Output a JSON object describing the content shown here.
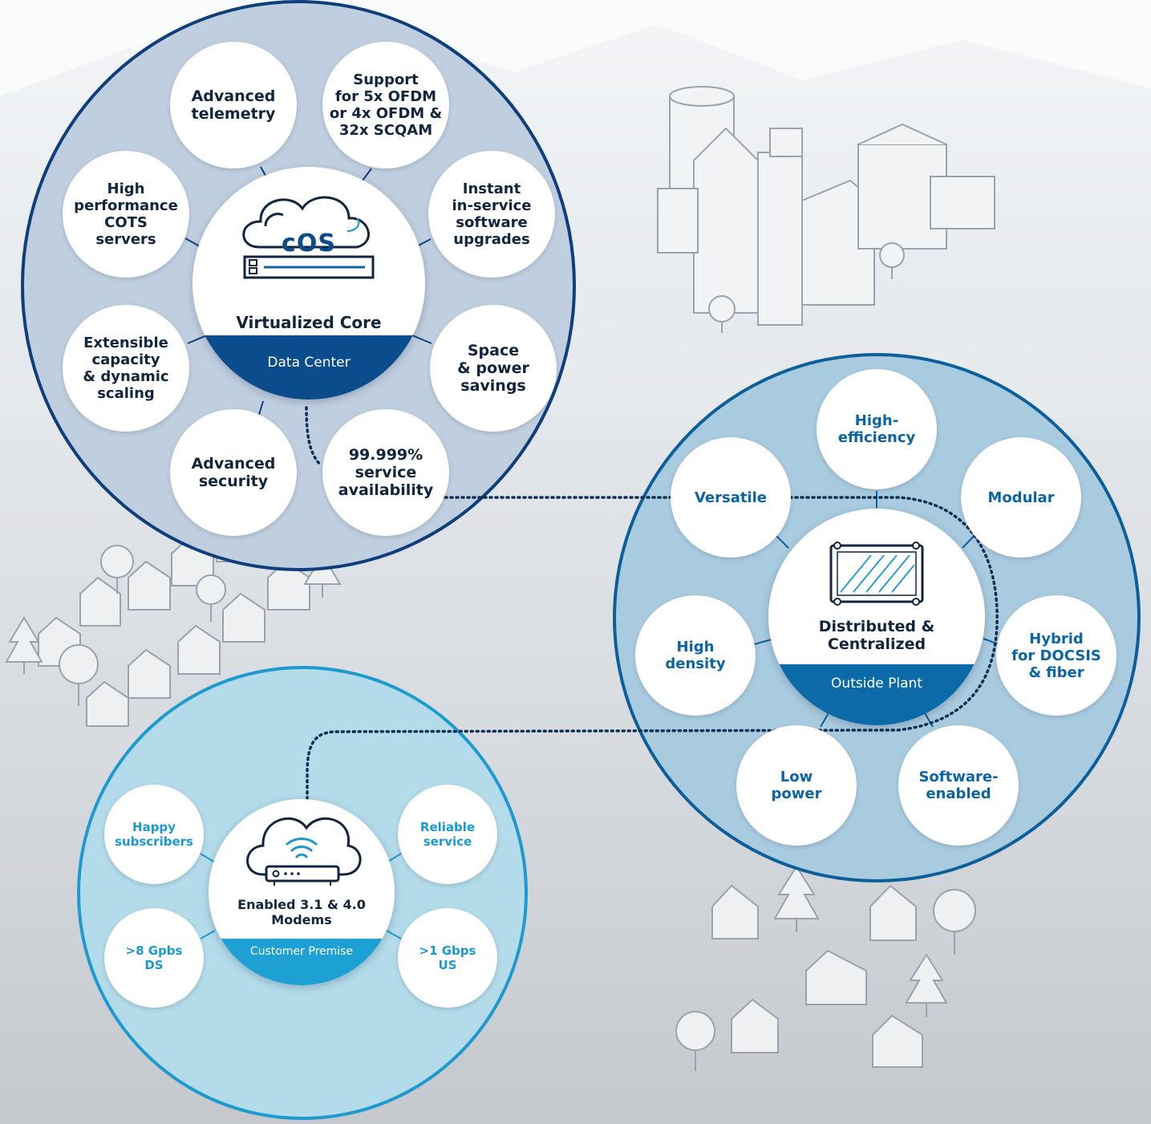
{
  "colors": {
    "navy": "#0b4d8c",
    "core_ring": "#0f3f7a",
    "core_fill": "#c0cfdf",
    "plant_ring": "#0c5f99",
    "plant_fill": "#a9cbdf",
    "premise_ring": "#1d9bd0",
    "premise_fill": "#b3dbe9",
    "text_dark": "#11253f",
    "text_blue": "#0b64a3",
    "text_cyan": "#1a9ad0"
  },
  "core": {
    "hub_title": "Virtualized Core",
    "band_label": "Data Center",
    "logo_text": "cOS",
    "logo_icon": "cloud-server-icon",
    "satellites": [
      {
        "id": "advanced-telemetry",
        "label": "Advanced\ntelemetry"
      },
      {
        "id": "ofdm-support",
        "label": "Support\nfor 5x OFDM\nor 4x OFDM &\n32x SCQAM"
      },
      {
        "id": "high-performance",
        "label": "High\nperformance\nCOTS\nservers"
      },
      {
        "id": "software-upgrades",
        "label": "Instant\nin-service\nsoftware\nupgrades"
      },
      {
        "id": "extensible-capacity",
        "label": "Extensible\ncapacity\n& dynamic\nscaling"
      },
      {
        "id": "space-power",
        "label": "Space\n& power\nsavings"
      },
      {
        "id": "advanced-security",
        "label": "Advanced\nsecurity"
      },
      {
        "id": "availability",
        "label": "99.999%\nservice\navailability"
      }
    ]
  },
  "plant": {
    "hub_title": "Distributed &\nCentralized",
    "band_label": "Outside Plant",
    "icon": "node-box-icon",
    "satellites": [
      {
        "id": "high-efficiency",
        "label": "High-\nefficiency"
      },
      {
        "id": "versatile",
        "label": "Versatile"
      },
      {
        "id": "modular",
        "label": "Modular"
      },
      {
        "id": "high-density",
        "label": "High\ndensity"
      },
      {
        "id": "hybrid",
        "label": "Hybrid\nfor DOCSIS\n& fiber"
      },
      {
        "id": "low-power",
        "label": "Low\npower"
      },
      {
        "id": "software-enabled",
        "label": "Software-\nenabled"
      }
    ]
  },
  "premise": {
    "hub_title": "Enabled 3.1 & 4.0\nModems",
    "band_label": "Customer Premise",
    "icon": "wifi-modem-icon",
    "satellites": [
      {
        "id": "happy-subscribers",
        "label": "Happy\nsubscribers"
      },
      {
        "id": "reliable-service",
        "label": "Reliable\nservice"
      },
      {
        "id": "downstream",
        "label": ">8 Gpbs\nDS"
      },
      {
        "id": "upstream",
        "label": ">1 Gbps\nUS"
      }
    ]
  },
  "decor": [
    "city-buildings-icon",
    "neighborhood-houses-icon",
    "tree-icon",
    "house-icon"
  ]
}
